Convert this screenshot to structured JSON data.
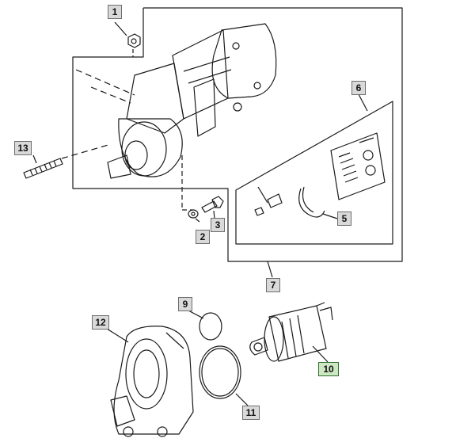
{
  "diagram": {
    "callouts": {
      "c1": "1",
      "c2": "2",
      "c3": "3",
      "c5": "5",
      "c6": "6",
      "c7": "7",
      "c9": "9",
      "c10": "10",
      "c11": "11",
      "c12": "12",
      "c13": "13"
    },
    "selected_callout": "10",
    "colors": {
      "line": "#1a1a1a",
      "callout_fill": "#d9d9d9",
      "callout_active_fill": "#cfe8c4",
      "callout_active_border": "#2f6e2f"
    }
  }
}
